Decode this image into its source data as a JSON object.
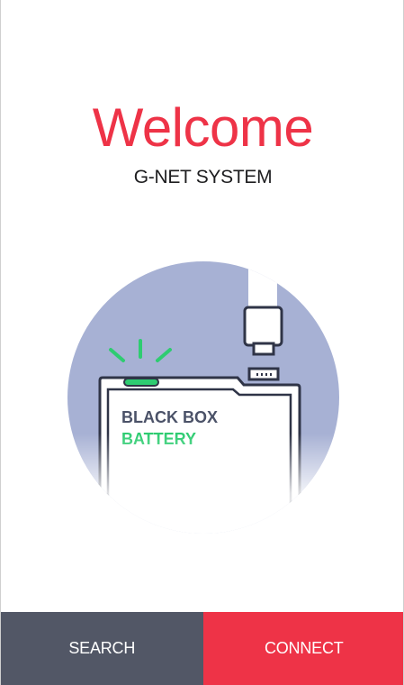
{
  "header": {
    "title": "Welcome",
    "subtitle": "G-NET SYSTEM"
  },
  "illustration": {
    "device_line1": "BLACK BOX",
    "device_line2": "BATTERY",
    "icons": [
      "usb-cable-icon",
      "led-indicator-icon",
      "battery-device-icon"
    ]
  },
  "footer": {
    "search_label": "SEARCH",
    "connect_label": "CONNECT"
  },
  "colors": {
    "accent": "#ee3347",
    "search_button": "#525766",
    "circle": "#a7b1d4",
    "led_green": "#2ecc71",
    "device_label": "#4b5268"
  }
}
